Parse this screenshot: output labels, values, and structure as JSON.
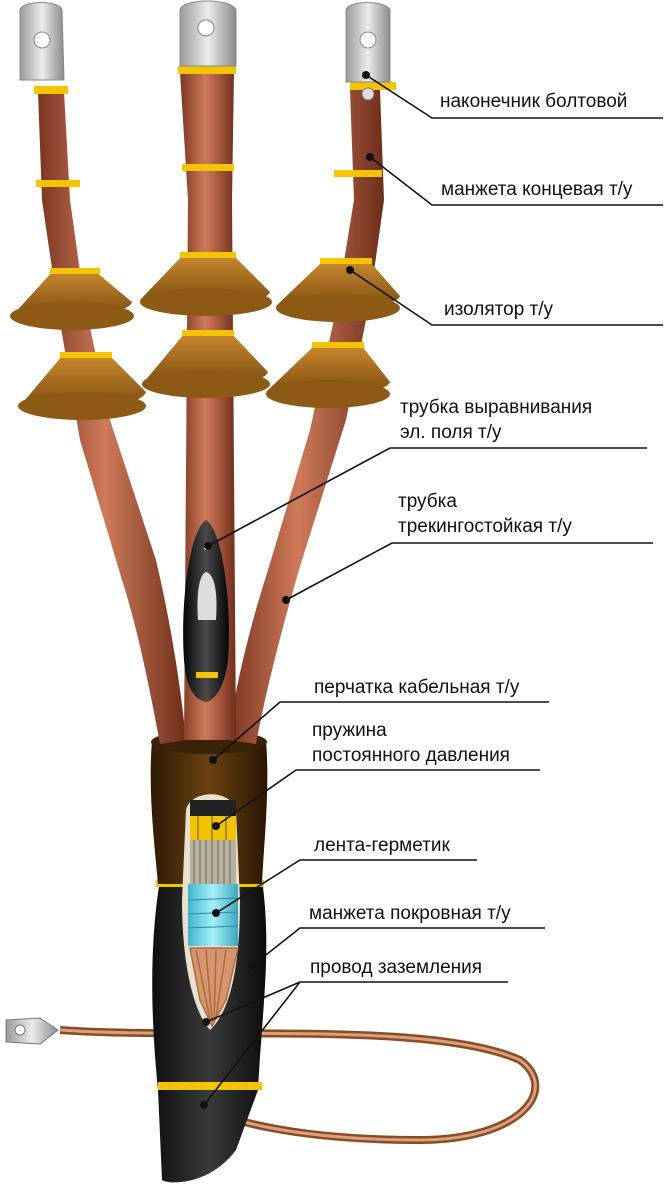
{
  "labels": {
    "lug": "наконечник болтовой",
    "end_cuff": "манжета концевая т/у",
    "insulator": "изолятор т/у",
    "field_tube_1": "трубка выравнивания",
    "field_tube_2": "эл. поля т/у",
    "tracking_tube_1": "трубка",
    "tracking_tube_2": "трекингостойкая т/у",
    "glove": "перчатка кабельная т/у",
    "spring_1": "пружина",
    "spring_2": "постоянного давления",
    "sealant": "лента-герметик",
    "cover_cuff": "манжета покровная т/у",
    "ground_wire": "провод заземления"
  },
  "colors": {
    "tube": "#b35a3c",
    "tube_dark": "#7a3520",
    "insulator": "#9a6118",
    "glove": "#4a2a08",
    "cover": "#1e1e1e",
    "sealant": "#6fd8ea",
    "band": "#f5c400",
    "copper": "#c98a5a",
    "lug": "#c8c8c8"
  }
}
